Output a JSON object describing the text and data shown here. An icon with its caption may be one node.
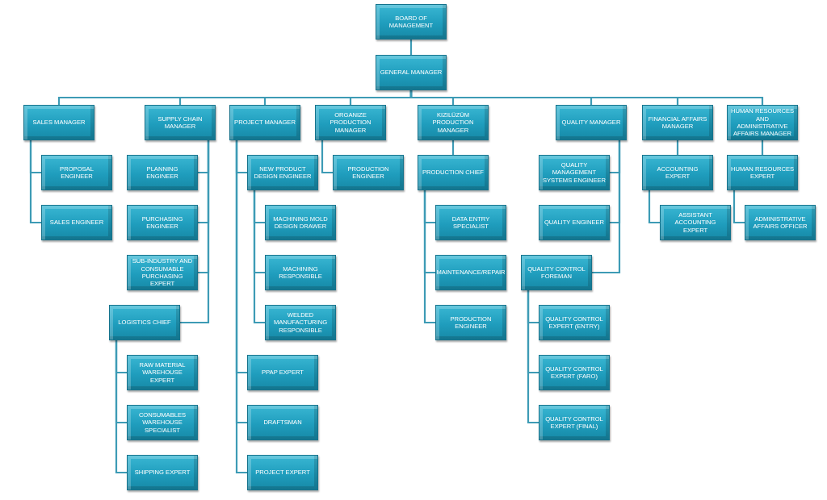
{
  "diagram": {
    "nodes": [
      {
        "text": [
          "BOARD OF MANAGEMENT"
        ]
      },
      {
        "text": [
          "GENERAL MANAGER"
        ]
      },
      {
        "text": [
          "SALES MANAGER"
        ]
      },
      {
        "text": [
          "SUPPLY CHAIN MANAGER"
        ]
      },
      {
        "text": [
          "PROJECT MANAGER"
        ]
      },
      {
        "text": [
          "ORGANIZE PRODUCTION MANAGER"
        ]
      },
      {
        "text": [
          "KIZILÜZÜM PRODUCTION MANAGER"
        ]
      },
      {
        "text": [
          "QUALITY MANAGER"
        ]
      },
      {
        "text": [
          "FINANCIAL AFFAIRS MANAGER"
        ]
      },
      {
        "text": [
          "HUMAN RESOURCES AND ADMINISTRATIVE AFFAIRS MANAGER"
        ]
      },
      {
        "text": [
          "PROPOSAL ENGINEER"
        ]
      },
      {
        "text": [
          "SALES ENGINEER"
        ]
      },
      {
        "text": [
          "PLANNING ENGINEER"
        ]
      },
      {
        "text": [
          "PURCHASING ENGINEER"
        ]
      },
      {
        "text": [
          "SUB-INDUSTRY AND CONSUMABLE PURCHASING EXPERT"
        ]
      },
      {
        "text": [
          "LOGISTICS CHIEF"
        ]
      },
      {
        "text": [
          "RAW MATERIAL WAREHOUSE EXPERT"
        ]
      },
      {
        "text": [
          "CONSUMABLES WAREHOUSE SPECIALIST"
        ]
      },
      {
        "text": [
          "SHIPPING EXPERT"
        ]
      },
      {
        "text": [
          "NEW PRODUCT DESIGN ENGINEER"
        ]
      },
      {
        "text": [
          "MACHINING MOLD DESIGN DRAWER"
        ]
      },
      {
        "text": [
          "MACHINING RESPONSIBLE"
        ]
      },
      {
        "text": [
          "WELDED MANUFACTURING RESPONSIBLE"
        ]
      },
      {
        "text": [
          "PPAP EXPERT"
        ]
      },
      {
        "text": [
          "DRAFTSMAN"
        ]
      },
      {
        "text": [
          "PROJECT EXPERT"
        ]
      },
      {
        "text": [
          "PRODUCTION ENGINEER"
        ]
      },
      {
        "text": [
          "PRODUCTION CHIEF"
        ]
      },
      {
        "text": [
          "DATA ENTRY SPECIALIST"
        ]
      },
      {
        "text": [
          "MAINTENANCE/REPAIR"
        ]
      },
      {
        "text": [
          "PRODUCTION ENGINEER"
        ]
      },
      {
        "text": [
          "QUALITY MANAGEMENT SYSTEMS ENGINEER"
        ]
      },
      {
        "text": [
          "QUALITY ENGINEER"
        ]
      },
      {
        "text": [
          "QUALITY CONTROL FOREMAN"
        ]
      },
      {
        "text": [
          "QUALITY CONTROL EXPERT (ENTRY)"
        ]
      },
      {
        "text": [
          "QUALITY CONTROL EXPERT (FARO)"
        ]
      },
      {
        "text": [
          "QUALITY CONTROL EXPERT (FINAL)"
        ]
      },
      {
        "text": [
          "ACCOUNTING EXPERT"
        ]
      },
      {
        "text": [
          "ASSISTANT ACCOUNTING EXPERT"
        ]
      },
      {
        "text": [
          "HUMAN RESOURCES EXPERT"
        ]
      },
      {
        "text": [
          "ADMINISTRATIVE AFFAIRS OFFICER"
        ]
      }
    ],
    "edges": [
      {
        "from": 0,
        "to": 1,
        "arrow": "none"
      },
      {
        "from": 1,
        "to": 2,
        "arrow": "none"
      },
      {
        "from": 1,
        "to": 3,
        "arrow": "none"
      },
      {
        "from": 1,
        "to": 4,
        "arrow": "none"
      },
      {
        "from": 1,
        "to": 5,
        "arrow": "none"
      },
      {
        "from": 1,
        "to": 6,
        "arrow": "none"
      },
      {
        "from": 1,
        "to": 7,
        "arrow": "none"
      },
      {
        "from": 1,
        "to": 8,
        "arrow": "none"
      },
      {
        "from": 1,
        "to": 9,
        "arrow": "none"
      },
      {
        "from": 2,
        "to": 10,
        "arrow": "none"
      },
      {
        "from": 2,
        "to": 11,
        "arrow": "none"
      },
      {
        "from": 3,
        "to": 12,
        "arrow": "none"
      },
      {
        "from": 3,
        "to": 13,
        "arrow": "none"
      },
      {
        "from": 3,
        "to": 14,
        "arrow": "none"
      },
      {
        "from": 3,
        "to": 15,
        "arrow": "none"
      },
      {
        "from": 15,
        "to": 16,
        "arrow": "none"
      },
      {
        "from": 15,
        "to": 17,
        "arrow": "none"
      },
      {
        "from": 15,
        "to": 18,
        "arrow": "none"
      },
      {
        "from": 4,
        "to": 19,
        "arrow": "none"
      },
      {
        "from": 19,
        "to": 20,
        "arrow": "none"
      },
      {
        "from": 19,
        "to": 21,
        "arrow": "none"
      },
      {
        "from": 19,
        "to": 22,
        "arrow": "none"
      },
      {
        "from": 4,
        "to": 23,
        "arrow": "none"
      },
      {
        "from": 4,
        "to": 24,
        "arrow": "none"
      },
      {
        "from": 4,
        "to": 25,
        "arrow": "none"
      },
      {
        "from": 5,
        "to": 26,
        "arrow": "none"
      },
      {
        "from": 6,
        "to": 27,
        "arrow": "none"
      },
      {
        "from": 27,
        "to": 28,
        "arrow": "none"
      },
      {
        "from": 27,
        "to": 29,
        "arrow": "none"
      },
      {
        "from": 27,
        "to": 30,
        "arrow": "none"
      },
      {
        "from": 7,
        "to": 31,
        "arrow": "none"
      },
      {
        "from": 7,
        "to": 32,
        "arrow": "none"
      },
      {
        "from": 7,
        "to": 33,
        "arrow": "none"
      },
      {
        "from": 33,
        "to": 34,
        "arrow": "none"
      },
      {
        "from": 33,
        "to": 35,
        "arrow": "none"
      },
      {
        "from": 33,
        "to": 36,
        "arrow": "none"
      },
      {
        "from": 8,
        "to": 37,
        "arrow": "none"
      },
      {
        "from": 37,
        "to": 38,
        "arrow": "none"
      },
      {
        "from": 9,
        "to": 39,
        "arrow": "none"
      },
      {
        "from": 39,
        "to": 40,
        "arrow": "none"
      }
    ]
  }
}
